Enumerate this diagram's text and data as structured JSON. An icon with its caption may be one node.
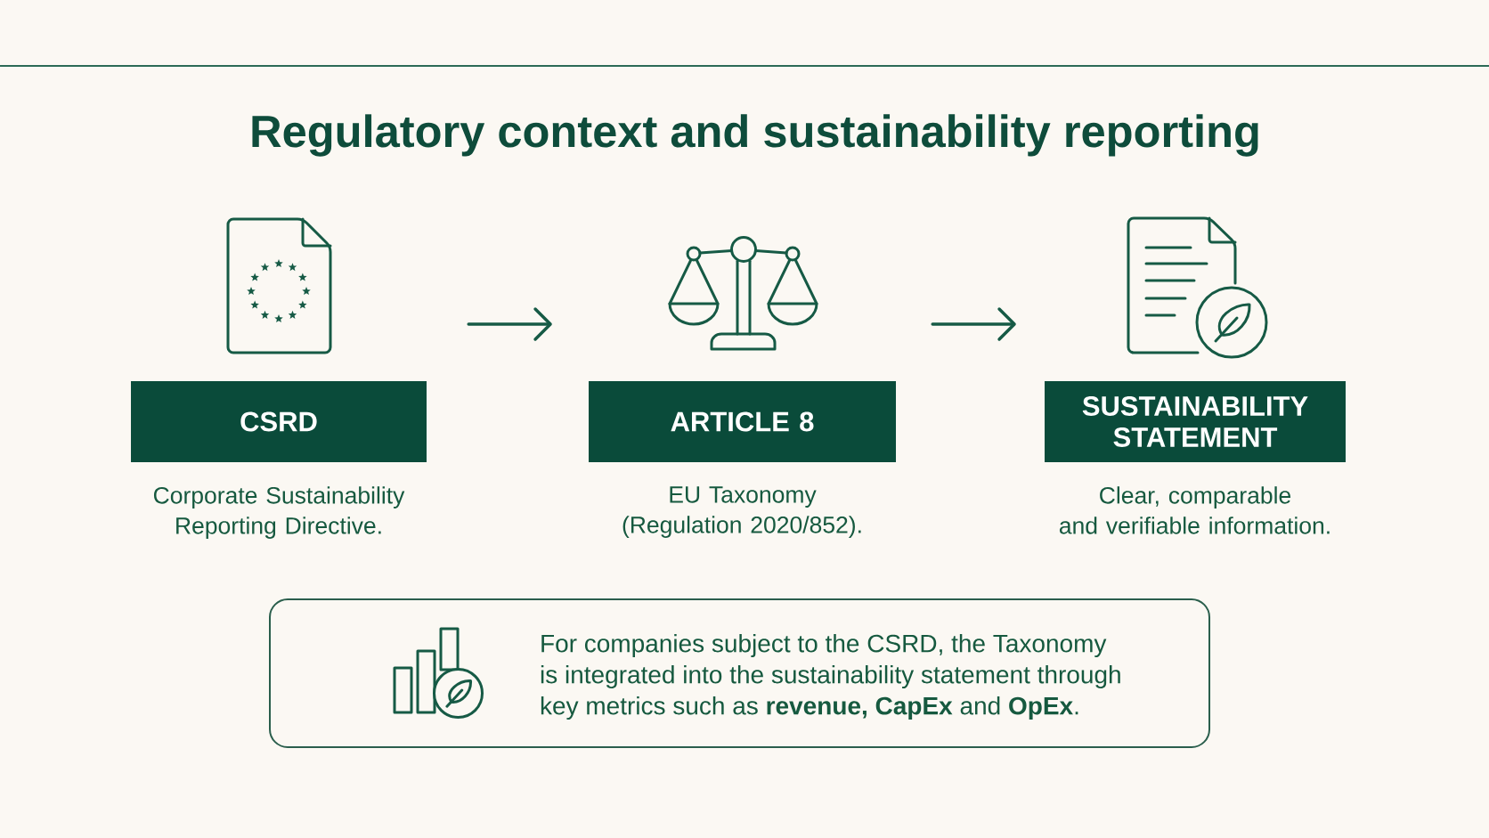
{
  "diagram": {
    "title": "Regulatory context and sustainability reporting",
    "nodes": [
      {
        "text": [
          "CSRD"
        ],
        "beside": [
          "Corporate Sustainability Reporting Directive."
        ]
      },
      {
        "text": [
          "ARTICLE 8"
        ],
        "beside": [
          "EU Taxonomy (Regulation 2020/852)."
        ]
      },
      {
        "text": [
          "SUSTAINABILITY STATEMENT"
        ],
        "beside": [
          "Clear, comparable and verifiable information."
        ]
      },
      {
        "text": [
          "For companies subject to the CSRD, the Taxonomy is integrated into the sustainability statement through key metrics such as **revenue, CapEx** and **OpEx**."
        ]
      }
    ],
    "edges": [
      {
        "from": 0,
        "to": 1,
        "arrow": "to"
      },
      {
        "from": 1,
        "to": 2,
        "arrow": "to"
      }
    ]
  }
}
